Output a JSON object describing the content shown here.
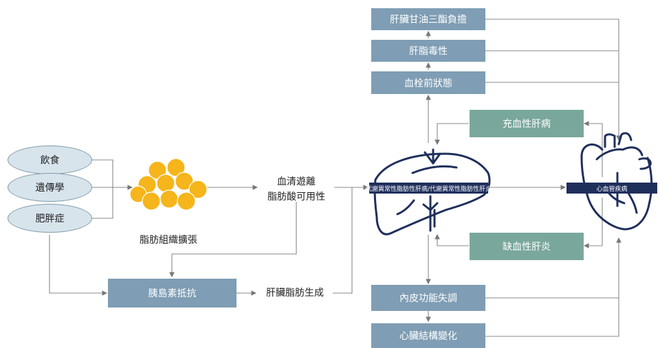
{
  "inputs": [
    "飲食",
    "遺傳學",
    "肥胖症"
  ],
  "adipose_label": "脂肪組織擴張",
  "ffa_label": [
    "血清遊離",
    "脂肪酸可用性"
  ],
  "insulin_label": "胰島素抵抗",
  "lipogenesis_label": "肝臟脂肪生成",
  "top_boxes": [
    "肝臟甘油三酯負擔",
    "肝脂毒性",
    "血栓前狀態"
  ],
  "congestive_label": "充血性肝病",
  "ischemic_label": "缺血性肝炎",
  "bottom_boxes": [
    "內皮功能失調",
    "心臟結構變化"
  ],
  "liver_label": "代謝異常性脂肪性肝病/代謝異常性脂肪性肝炎",
  "heart_label": "心血管疾病",
  "colors": {
    "box_blue": "#7f9db4",
    "box_teal": "#7aa79c",
    "navy": "#1f2f5c",
    "fat_yellow": "#f5b51b",
    "oval_fill": "#d7e4ec",
    "line": "#888888"
  }
}
